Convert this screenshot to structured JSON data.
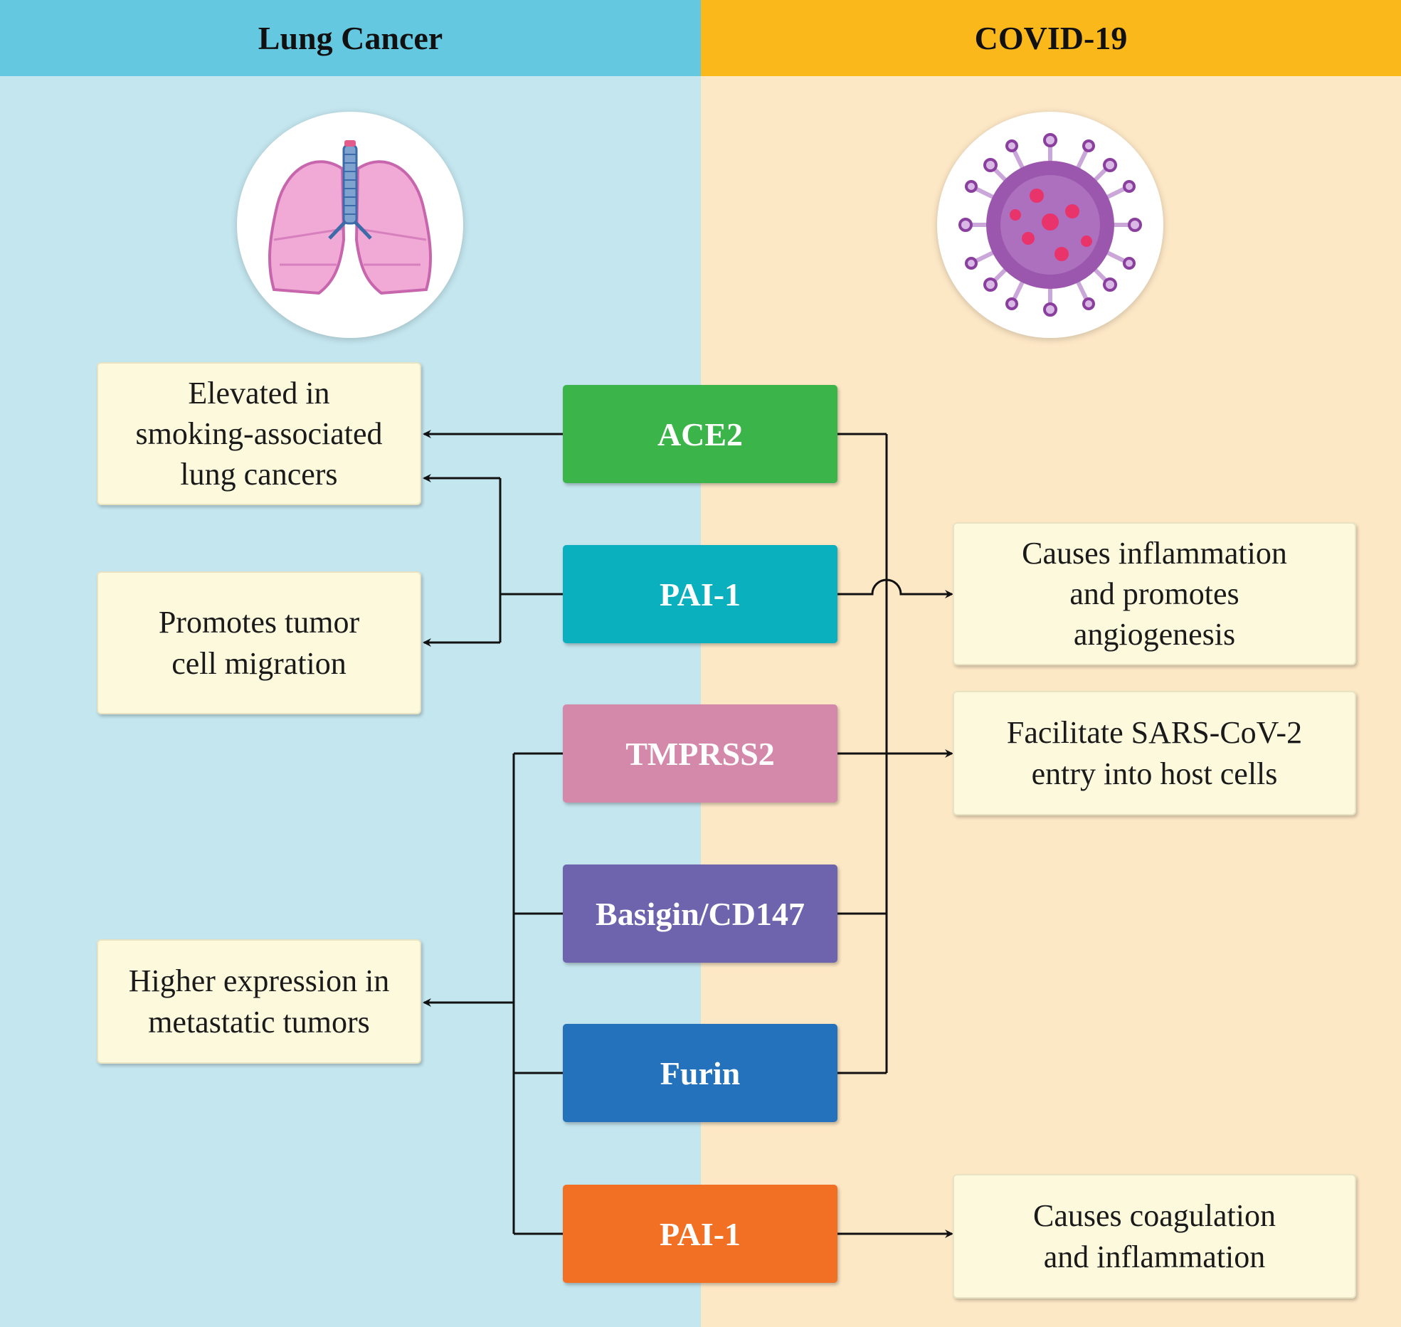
{
  "headers": {
    "left": "Lung Cancer",
    "right": "COVID-19"
  },
  "icons": {
    "left": "lungs-icon",
    "right": "virus-icon"
  },
  "genes": [
    {
      "label": "ACE2",
      "color": "#3bb54a"
    },
    {
      "label": "PAI-1",
      "color": "#0bb0bf"
    },
    {
      "label": "TMPRSS2",
      "color": "#d489aa"
    },
    {
      "label": "Basigin/CD147",
      "color": "#6e64ae"
    },
    {
      "label": "Furin",
      "color": "#2372bb"
    },
    {
      "label": "PAI-1",
      "color": "#f27024"
    }
  ],
  "lung_notes": [
    "Elevated in\nsmoking-associated\nlung cancers",
    "Promotes tumor\ncell migration",
    "Higher expression in\nmetastatic tumors"
  ],
  "covid_notes": [
    "Causes inflammation\nand promotes\nangiogenesis",
    "Facilitate SARS-CoV-2\nentry into host cells",
    "Causes coagulation\nand inflammation"
  ],
  "colors": {
    "left_bg": "#c4e6ef",
    "right_bg": "#fde8c6",
    "left_header": "#65c8e1",
    "right_header": "#fbb81b",
    "note_bg": "#fdf9dd"
  }
}
